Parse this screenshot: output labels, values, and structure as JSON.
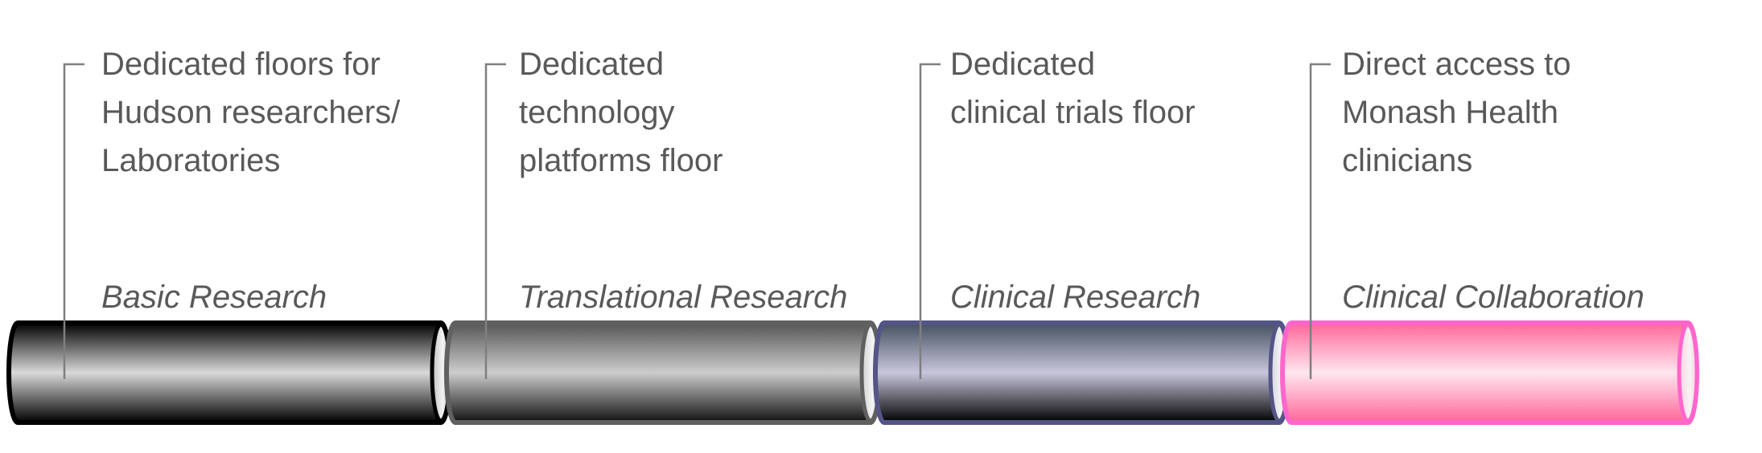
{
  "segments": [
    {
      "description": "Dedicated floors for\nHudson researchers/\nLaboratories",
      "stage": "Basic Research",
      "colors": {
        "edge": "#000000",
        "mid": "#d9d9d9",
        "dark": "#000000",
        "stroke": "#000000",
        "cap": "#bfbfbf"
      }
    },
    {
      "description": "Dedicated\ntechnology\nplatforms floor",
      "stage": "Translational Research",
      "colors": {
        "edge": "#555555",
        "mid": "#cccccc",
        "dark": "#111111",
        "stroke": "#606060",
        "cap": "#d0d0d0"
      }
    },
    {
      "description": "Dedicated\nclinical trials floor",
      "stage": "Clinical Research",
      "colors": {
        "edge": "#44505f",
        "mid": "#c8c6dc",
        "dark": "#000000",
        "stroke": "#545487",
        "cap": "#d4d6e0"
      }
    },
    {
      "description": "Direct access to\nMonash Health\nclinicians",
      "stage": "Clinical Collaboration",
      "colors": {
        "edge": "#ff6699",
        "mid": "#ffe6ef",
        "dark": "#ff6699",
        "stroke": "#ff66cc",
        "cap": "#ffd0e2"
      }
    }
  ]
}
